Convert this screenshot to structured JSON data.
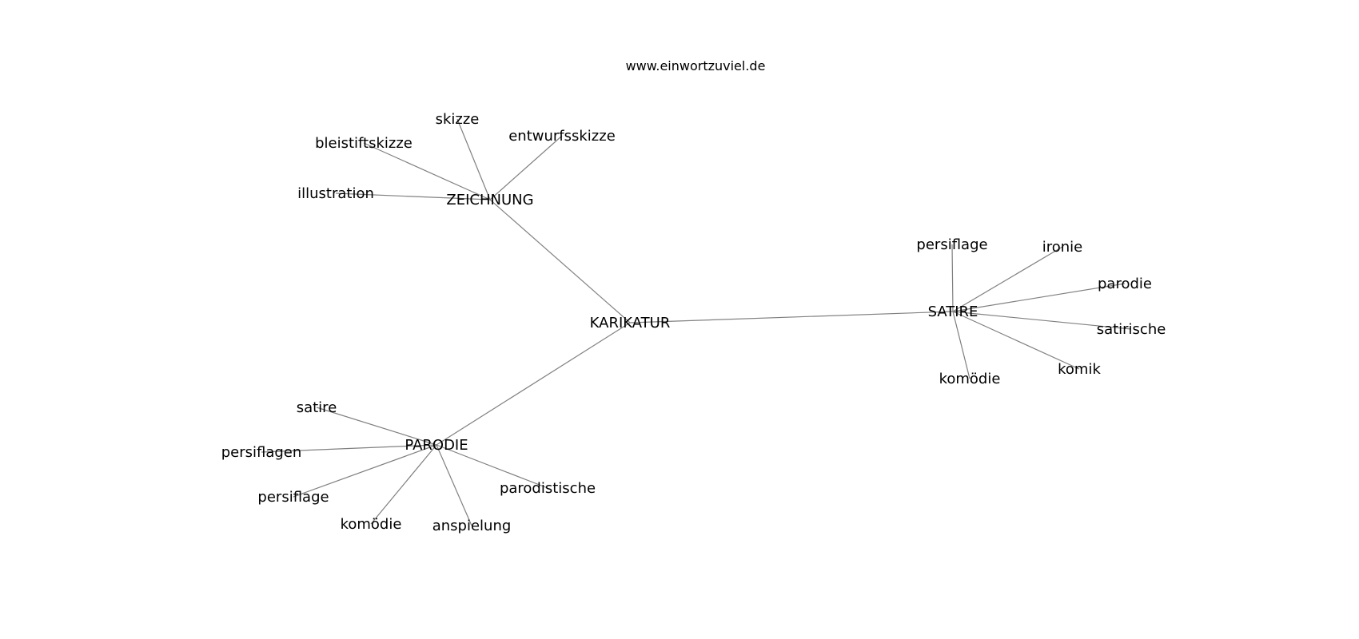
{
  "site_label": "www.einwortzuviel.de",
  "graph": {
    "center": {
      "id": "karikatur",
      "label": "KARIKATUR"
    },
    "hubs": [
      {
        "id": "zeichnung",
        "label": "ZEICHNUNG",
        "leaves": [
          {
            "id": "skizze",
            "label": "skizze"
          },
          {
            "id": "entwurfsskizze",
            "label": "entwurfsskizze"
          },
          {
            "id": "bleistiftskizze",
            "label": "bleistiftskizze"
          },
          {
            "id": "illustration",
            "label": "illustration"
          }
        ]
      },
      {
        "id": "satire",
        "label": "SATIRE",
        "leaves": [
          {
            "id": "persiflage",
            "label": "persiflage"
          },
          {
            "id": "ironie",
            "label": "ironie"
          },
          {
            "id": "parodie",
            "label": "parodie"
          },
          {
            "id": "satirische",
            "label": "satirische"
          },
          {
            "id": "komik",
            "label": "komik"
          },
          {
            "id": "komoedie",
            "label": "komödie"
          }
        ]
      },
      {
        "id": "parodie",
        "label": "PARODIE",
        "leaves": [
          {
            "id": "satire",
            "label": "satire"
          },
          {
            "id": "persiflagen",
            "label": "persiflagen"
          },
          {
            "id": "persiflage",
            "label": "persiflage"
          },
          {
            "id": "komoedie",
            "label": "komödie"
          },
          {
            "id": "anspielung",
            "label": "anspielung"
          },
          {
            "id": "parodistische",
            "label": "parodistische"
          }
        ]
      }
    ]
  },
  "colors": {
    "edge": "#808080",
    "text": "#000000",
    "background": "#ffffff"
  }
}
